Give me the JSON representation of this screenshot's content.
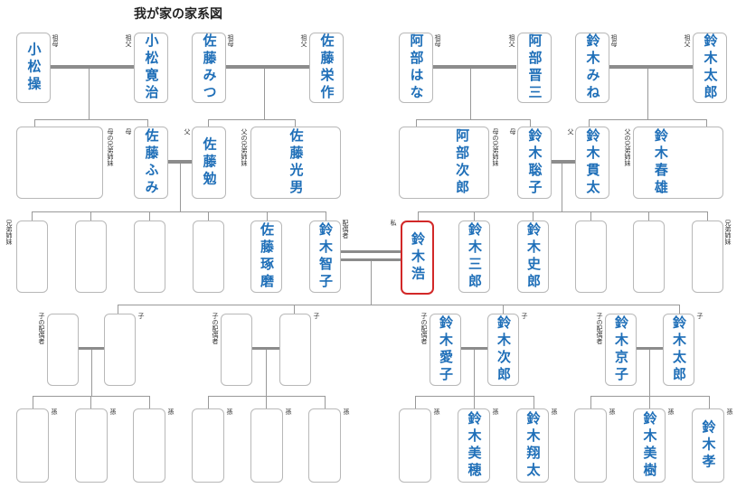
{
  "title": "我が家の家系図",
  "rel": {
    "sofu": "祖父",
    "sobo": "祖母",
    "chichi": "父",
    "haha": "母",
    "chichi_kyoudai": "父の兄弟姉妹",
    "haha_kyoudai": "母の兄弟姉妹",
    "kyoudai": "兄弟姉妹",
    "haiguusha": "配偶者",
    "watashi": "私",
    "ko": "子",
    "ko_haiguusha": "子の配偶者",
    "mago": "孫"
  },
  "people": {
    "gp_koma_f": "小松寛治",
    "gp_koma_m": "小松操",
    "gp_sato_f": "佐藤栄作",
    "gp_sato_m": "佐藤みつ",
    "gp_abe_f": "阿部晋三",
    "gp_abe_m": "阿部はな",
    "gp_suzuki_f": "鈴木太郎",
    "gp_suzuki_m": "鈴木みね",
    "mother_sib": "",
    "mother": "佐藤ふみ",
    "father_of_spouse_line": "佐藤勉",
    "uncle_sato": "佐藤光男",
    "spouse_mother_sib": "阿部次郎",
    "spouse_mother": "鈴木聡子",
    "spouse_father": "鈴木貫太",
    "spouse_uncle": "鈴木春雄",
    "sib_sato": "佐藤琢磨",
    "spouse": "鈴木智子",
    "me": "鈴木浩",
    "sib_jiro": "鈴木三郎",
    "sib_shiro": "鈴木史郎",
    "child3_spouse": "鈴木愛子",
    "child3": "鈴木次郎",
    "child4_spouse": "鈴木京子",
    "child4": "鈴木太郎",
    "gc_miho": "鈴木美穂",
    "gc_shota": "鈴木翔太",
    "gc_miki": "鈴木美樹",
    "gc_takashi": "鈴木孝"
  },
  "colors": {
    "name": "#1f6fb8",
    "me_border": "#d22828",
    "line": "#999999",
    "couple_bar": "#8c8c8c"
  }
}
